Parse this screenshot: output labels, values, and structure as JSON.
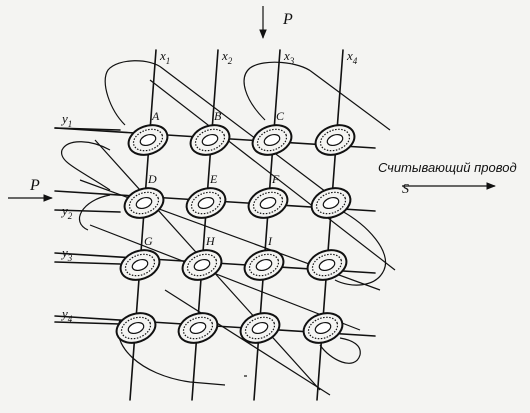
{
  "title": "",
  "pulse_top": "P",
  "pulse_left": "P",
  "columns": [
    {
      "label": "x",
      "sub": "1"
    },
    {
      "label": "x",
      "sub": "2"
    },
    {
      "label": "x",
      "sub": "3"
    },
    {
      "label": "x",
      "sub": "4"
    }
  ],
  "rows": [
    {
      "label": "y",
      "sub": "1"
    },
    {
      "label": "y",
      "sub": "2"
    },
    {
      "label": "y",
      "sub": "3"
    },
    {
      "label": "y",
      "sub": "4"
    }
  ],
  "cores": [
    "A",
    "B",
    "C",
    "D",
    "E",
    "F",
    "G",
    "H",
    "I"
  ],
  "sense_wire": {
    "label": "Считывающий провод",
    "symbol": "S"
  }
}
